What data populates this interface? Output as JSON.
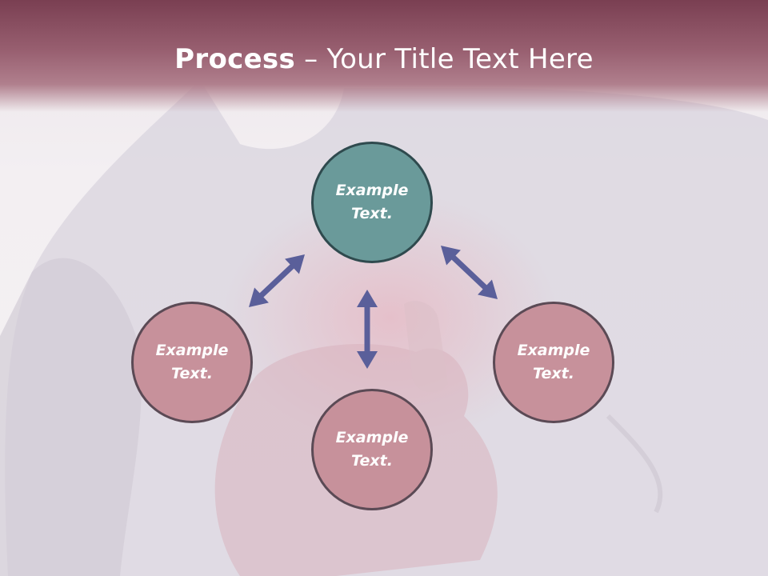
{
  "slide": {
    "title_bold": "Process",
    "title_rest": " – Your Title Text Here"
  },
  "diagram": {
    "nodes": [
      {
        "id": "top",
        "label": "Example\nText.",
        "color": "#6a9a9a"
      },
      {
        "id": "left",
        "label": "Example\nText.",
        "color": "#c7919b"
      },
      {
        "id": "bottom",
        "label": "Example\nText.",
        "color": "#c7919b"
      },
      {
        "id": "right",
        "label": "Example\nText.",
        "color": "#c7919b"
      }
    ],
    "arrow_color": "#5a5f9a",
    "header_color": "#7a3f52"
  }
}
